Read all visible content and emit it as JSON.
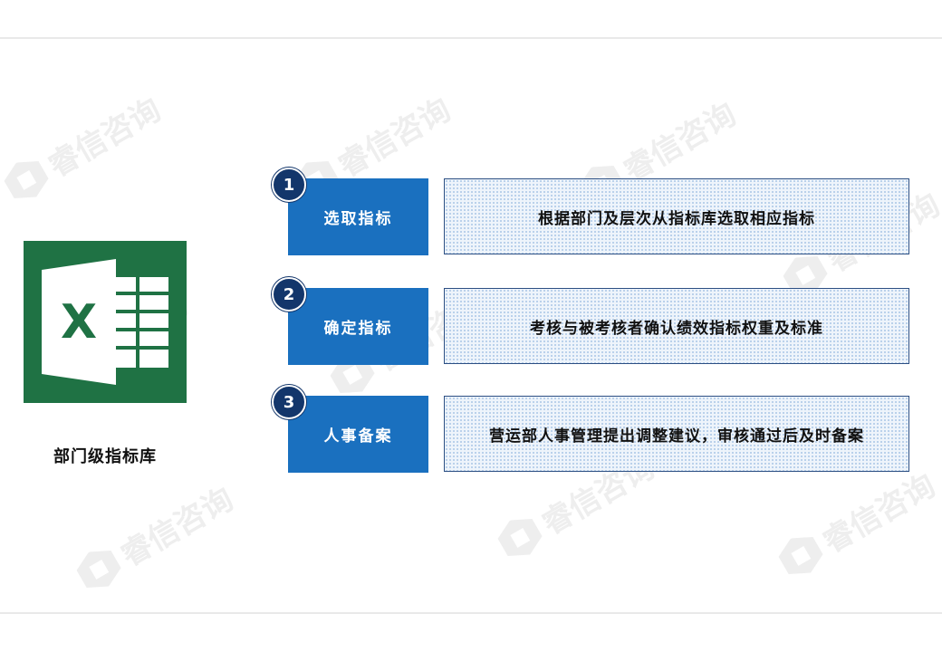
{
  "colors": {
    "label_box": "#1a70bf",
    "badge": "#13366b",
    "desc_border": "#2c4f83",
    "excel_green": "#1f7244"
  },
  "watermark_text": "睿信咨询",
  "icon": {
    "name": "excel-icon",
    "letter": "X",
    "caption": "部门级指标库"
  },
  "steps": [
    {
      "number": "1",
      "label": "选取指标",
      "description": "根据部门及层次从指标库选取相应指标"
    },
    {
      "number": "2",
      "label": "确定指标",
      "description": "考核与被考核者确认绩效指标权重及标准"
    },
    {
      "number": "3",
      "label": "人事备案",
      "description": "营运部人事管理提出调整建议，审核通过后及时备案"
    }
  ]
}
